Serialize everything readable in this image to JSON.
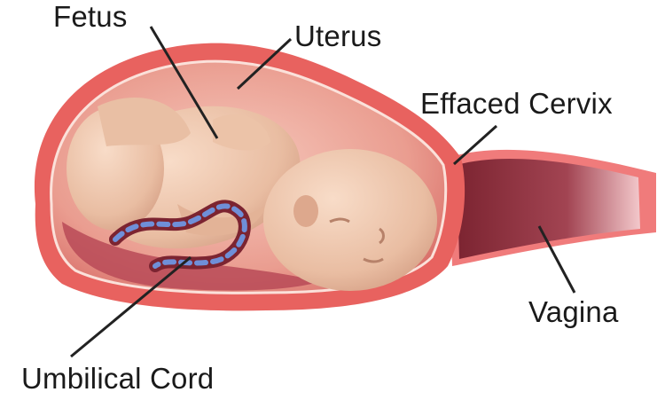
{
  "labels": {
    "fetus": "Fetus",
    "uterus": "Uterus",
    "cervix": "Effaced Cervix",
    "vagina": "Vagina",
    "cord": "Umbilical Cord"
  },
  "colors": {
    "uterus_wall": "#e8625f",
    "uterus_inner": "#f2b3a8",
    "fetus_skin": "#efc8ae",
    "cord": "#6f8fd8",
    "vagina": "#8c2f3c",
    "leader_line": "#222222"
  }
}
